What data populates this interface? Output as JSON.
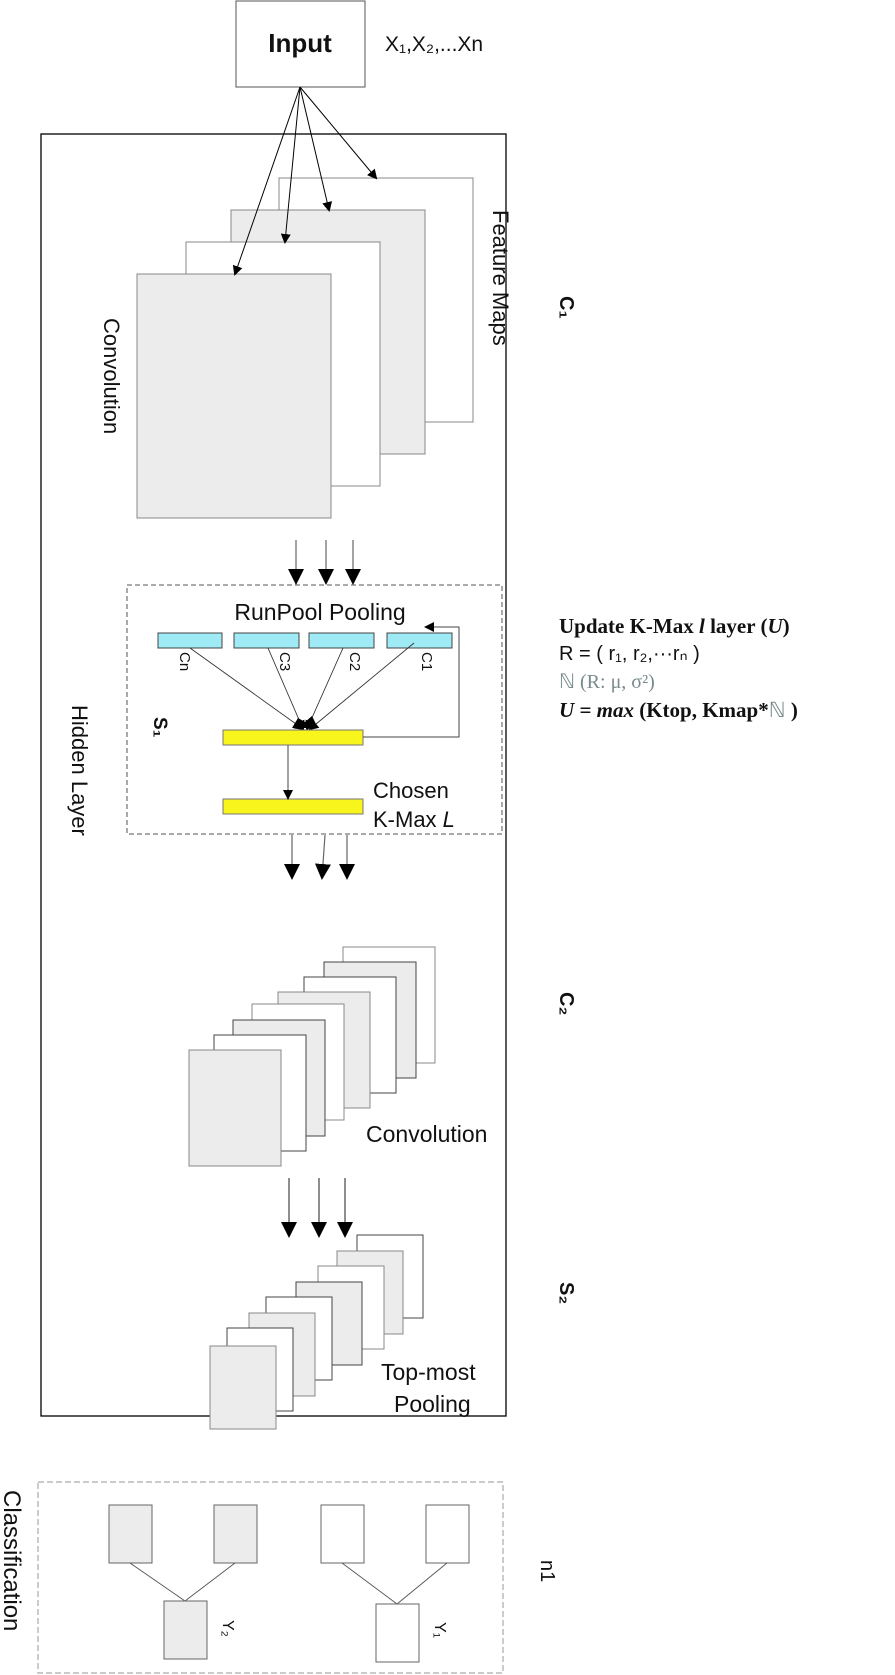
{
  "input": {
    "label": "Input",
    "vars": "X₁,X₂,...Xn"
  },
  "stage_labels": {
    "c1": "C₁",
    "s1": "S₁",
    "c2": "C₂",
    "s2": "S₂",
    "n1": "n1"
  },
  "hidden_layer": {
    "label": "Hidden Layer",
    "convolution1_label": "Convolution",
    "feature_maps_label": "Feature Maps",
    "runpool": {
      "title": "RunPool Pooling",
      "channels": [
        "Cn",
        "C3",
        "C2",
        "C1"
      ],
      "chosen_label_line1": "Chosen",
      "chosen_label_line2": "K-Max",
      "chosen_label_italic": "L"
    },
    "convolution2_label": "Convolution",
    "topmost_label_line1": "Top-most",
    "topmost_label_line2": "Pooling"
  },
  "update_formula": {
    "title": "Update K-Max ",
    "title_italic_l": "l",
    "title_rest": " layer (",
    "title_italic_u": "U",
    "title_close": ")",
    "r_def": "R = ( r₁, r₂,···rₙ )",
    "normal_def": "ℕ (R: μ, σ²)",
    "u_def_lhs": "U = max",
    "u_def_rhs": " (Ktop, Kmap*",
    "u_def_n": "ℕ",
    "u_def_close": " )"
  },
  "classification": {
    "label": "Classification",
    "outputs": [
      "Y₂",
      "Y₁"
    ]
  },
  "colors": {
    "gray_fill": "#ececec",
    "cyan_fill": "#9eeaf5",
    "yellow_fill": "#f7f51c",
    "dashed_gray": "#aaaaaa",
    "normal_symbol": "#7a8a8c"
  }
}
